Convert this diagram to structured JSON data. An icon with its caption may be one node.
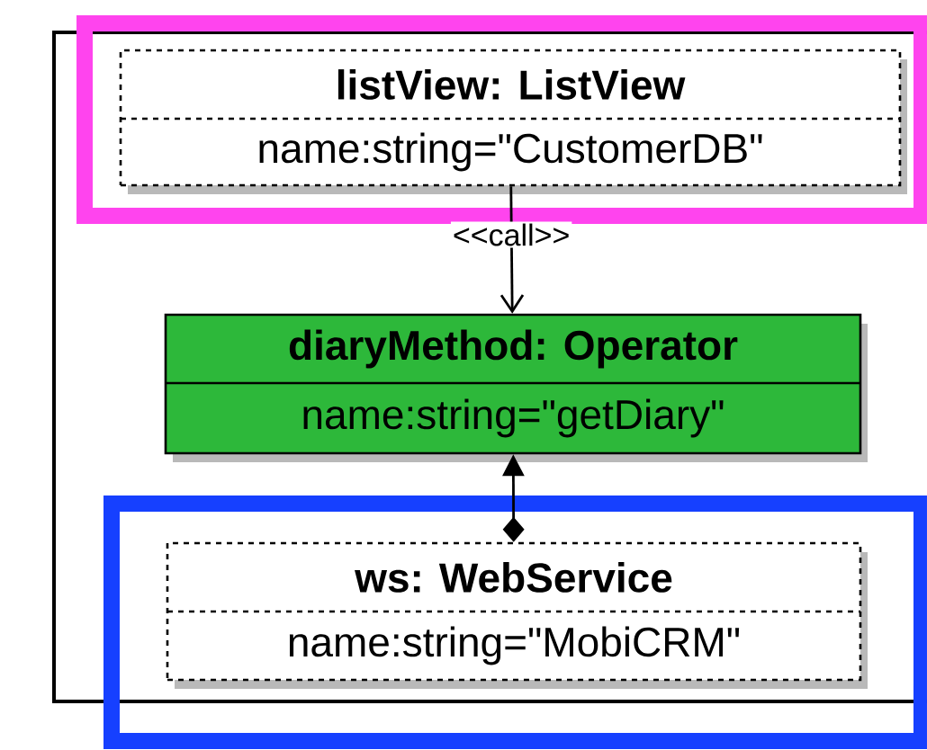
{
  "diagram": {
    "nodes": [
      {
        "text": [
          "listView: ListView",
          "name:string=\"CustomerDB\""
        ]
      },
      {
        "text": [
          "diaryMethod: Operator",
          "name:string=\"getDiary\""
        ]
      },
      {
        "text": [
          "ws: WebService",
          "name:string=\"MobiCRM\""
        ]
      }
    ],
    "edges": [
      {
        "from": 0,
        "to": 1,
        "arrow": "to",
        "label": "<<call>>"
      },
      {
        "from": 2,
        "to": 1,
        "arrow": "to"
      }
    ]
  }
}
